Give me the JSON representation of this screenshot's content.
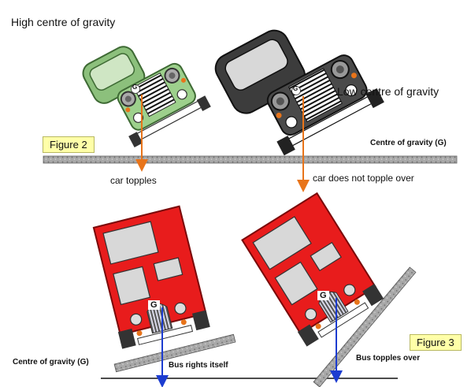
{
  "labels": {
    "high_cg": "High centre of gravity",
    "low_cg": "Low centre of gravity",
    "figure2": "Figure 2",
    "cg_top": "Centre of gravity (G)",
    "car_topples": "car topples",
    "car_not_topple": "car does not topple over",
    "cg_bottom": "Centre of gravity (G)",
    "bus_rights": "Bus rights itself",
    "bus_topples": "Bus topples over",
    "figure3": "Figure 3",
    "g1": "G",
    "g2": "G",
    "g3": "G",
    "g4": "G"
  },
  "colors": {
    "green_car": "#9dc98c",
    "green_car_dark": "#5f8f55",
    "black_car": "#4a4a4a",
    "bus_red": "#e81c1c",
    "arrow_orange": "#e8741a",
    "arrow_blue": "#1c3cd0",
    "label_bg": "#ffffa8",
    "road": "#9a9a9a"
  }
}
